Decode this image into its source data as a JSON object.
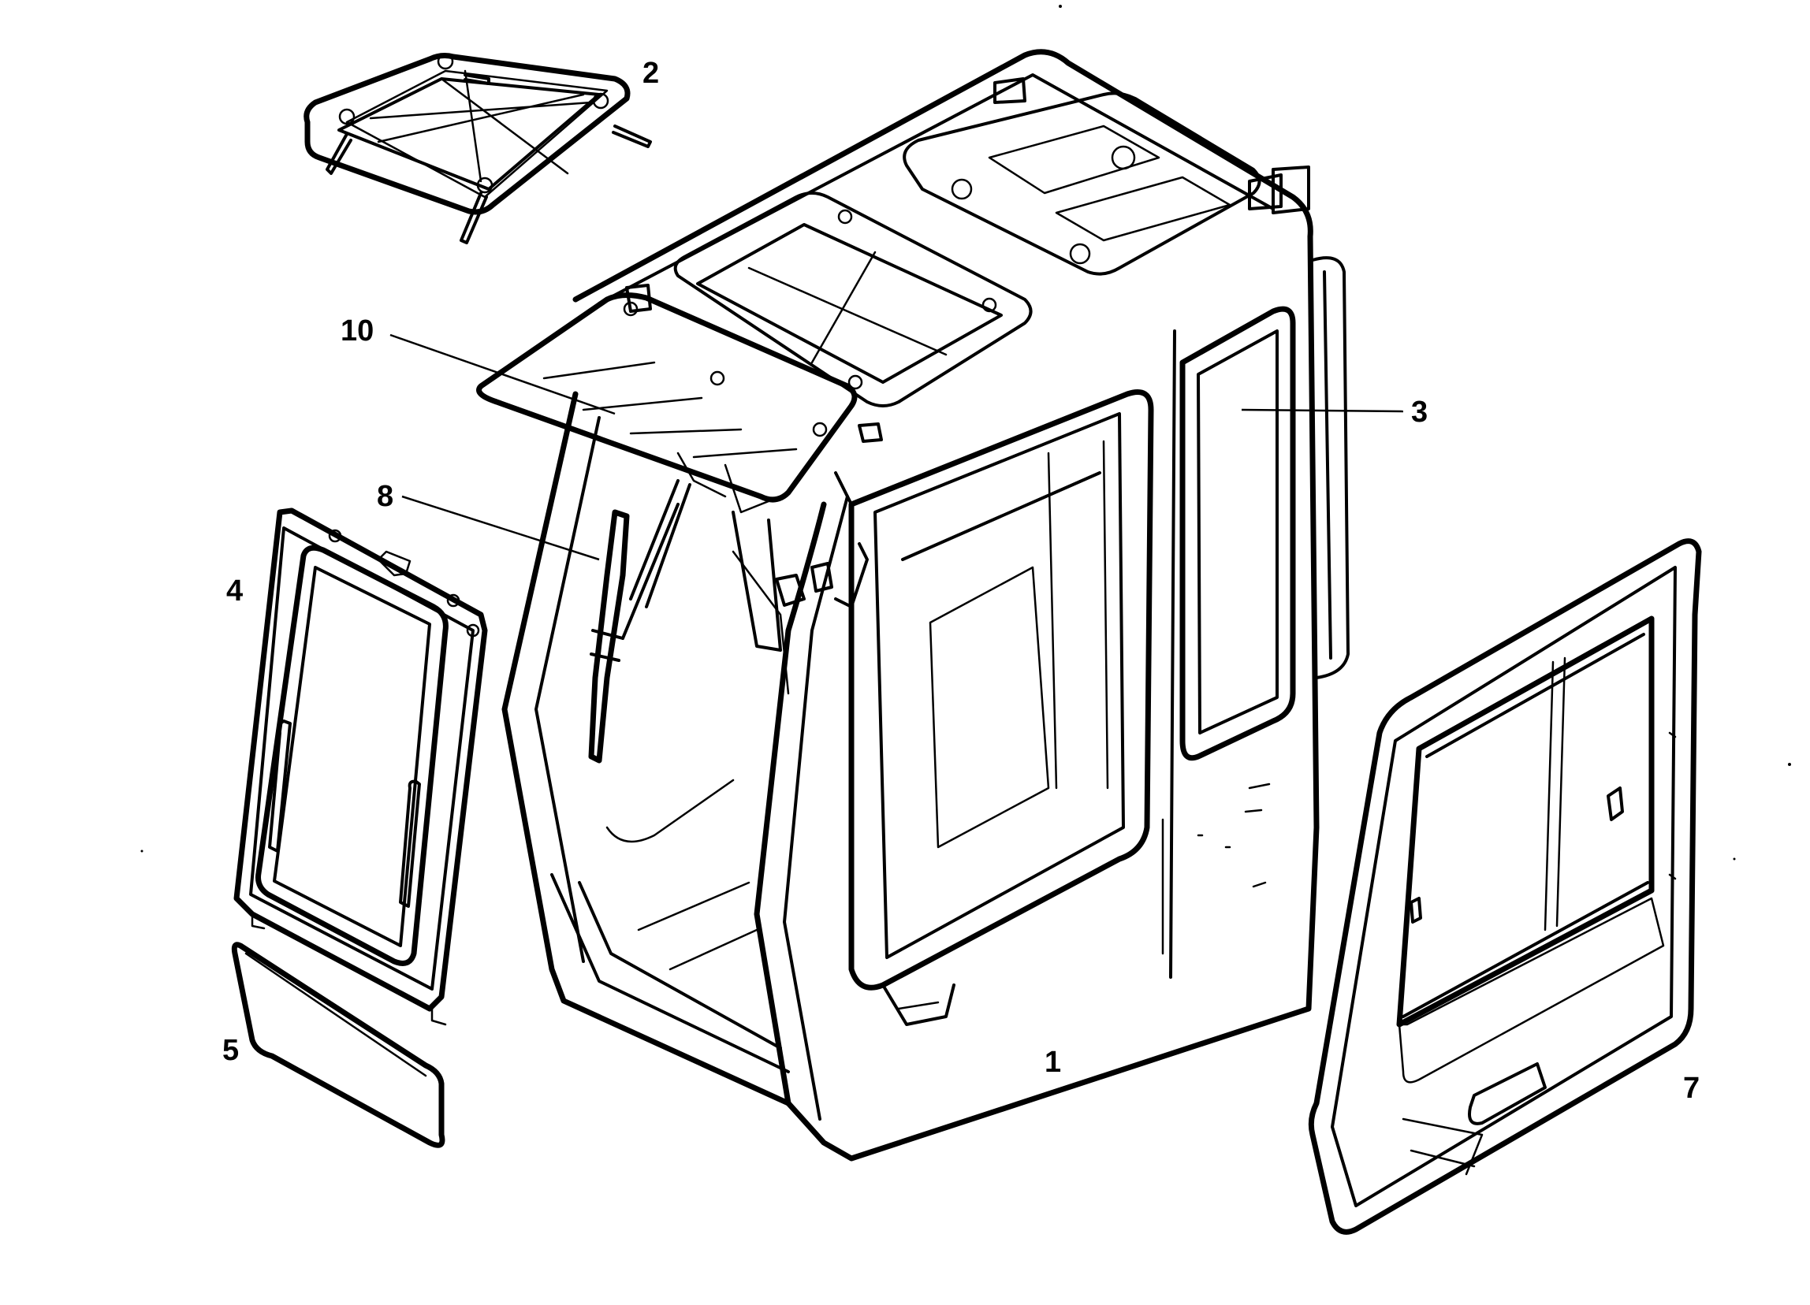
{
  "diagram": {
    "type": "exploded-parts-view",
    "callouts": [
      {
        "id": "1",
        "text": "1"
      },
      {
        "id": "2",
        "text": "2"
      },
      {
        "id": "3",
        "text": "3"
      },
      {
        "id": "4",
        "text": "4"
      },
      {
        "id": "5",
        "text": "5"
      },
      {
        "id": "7",
        "text": "7"
      },
      {
        "id": "8",
        "text": "8"
      },
      {
        "id": "10",
        "text": "10"
      }
    ]
  },
  "colors": {
    "ink": "#000000",
    "paper": "#ffffff"
  }
}
